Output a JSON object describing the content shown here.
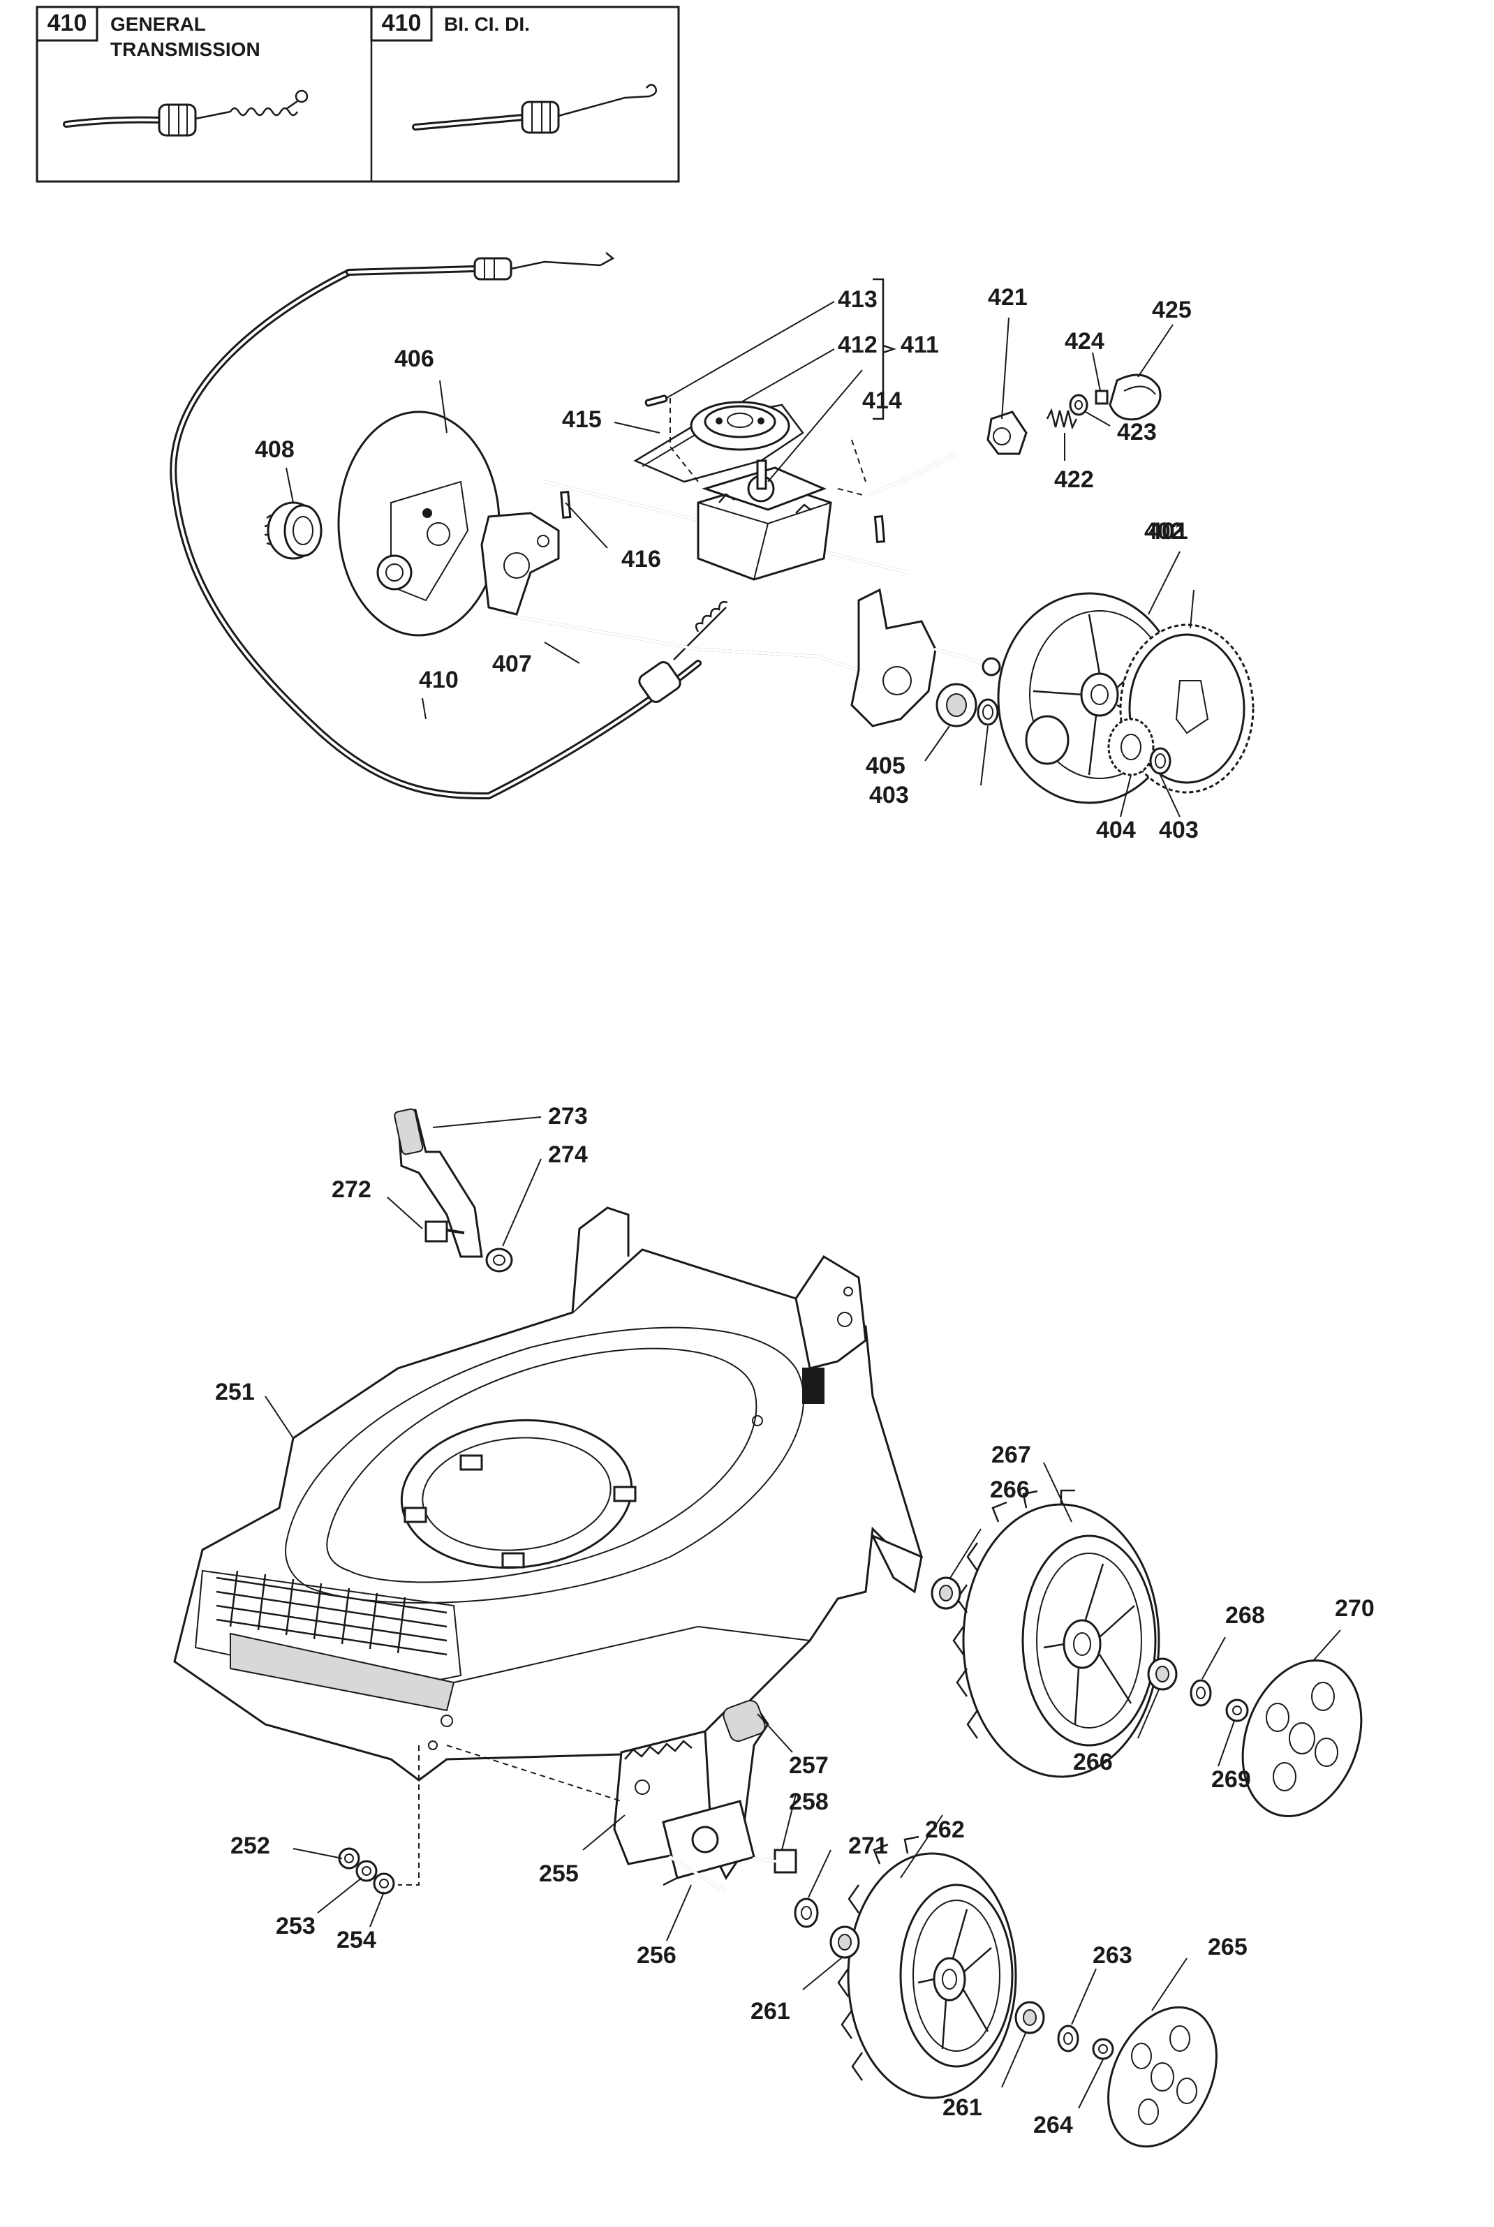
{
  "legend": {
    "left": {
      "number": "410",
      "title_line1": "GENERAL",
      "title_line2": "TRANSMISSION"
    },
    "right": {
      "number": "410",
      "title": "BI. CI. DI."
    }
  },
  "callouts": {
    "c401": "401",
    "c402": "402",
    "c403a": "403",
    "c403b": "403",
    "c404": "404",
    "c405": "405",
    "c406": "406",
    "c407": "407",
    "c408": "408",
    "c410": "410",
    "c411": "411",
    "c412": "412",
    "c413": "413",
    "c414": "414",
    "c415": "415",
    "c416": "416",
    "c421": "421",
    "c422": "422",
    "c423": "423",
    "c424": "424",
    "c425": "425",
    "c251": "251",
    "c252": "252",
    "c253": "253",
    "c254": "254",
    "c255": "255",
    "c256": "256",
    "c257": "257",
    "c258": "258",
    "c261a": "261",
    "c261b": "261",
    "c262": "262",
    "c263": "263",
    "c264": "264",
    "c265": "265",
    "c266a": "266",
    "c266b": "266",
    "c267": "267",
    "c268": "268",
    "c269": "269",
    "c270": "270",
    "c271": "271",
    "c272": "272",
    "c273": "273",
    "c274": "274"
  }
}
